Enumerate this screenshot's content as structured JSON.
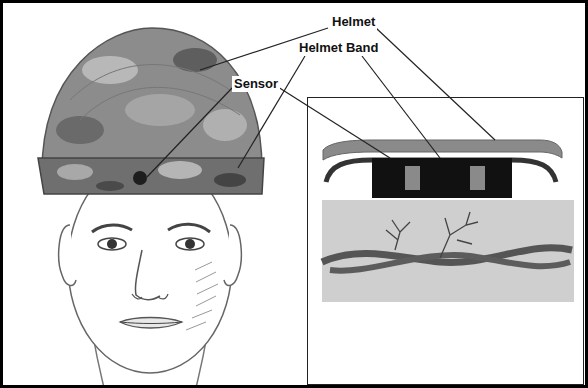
{
  "diagram": {
    "labels": [
      "Helmet",
      "Helmet Band",
      "Sensor"
    ]
  }
}
